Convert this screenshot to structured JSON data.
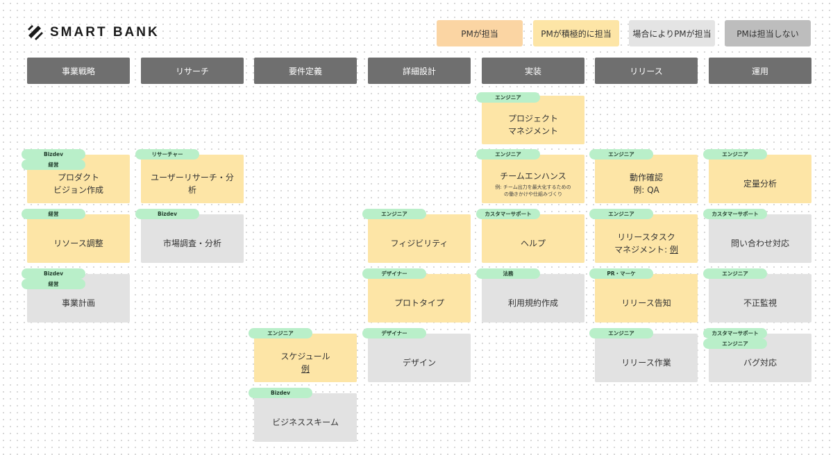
{
  "brand": {
    "name": "SMART BANK"
  },
  "legend": [
    {
      "label": "PMが担当",
      "color": "#fbd5a3"
    },
    {
      "label": "PMが積極的に担当",
      "color": "#fde5a6"
    },
    {
      "label": "場合によりPMが担当",
      "color": "#e4e4e4"
    },
    {
      "label": "PMは担当しない",
      "color": "#bdbdbd"
    }
  ],
  "phases": [
    "事業戦略",
    "リサーチ",
    "要件定義",
    "詳細設計",
    "実装",
    "リリース",
    "運用"
  ],
  "cards": {
    "project_management": {
      "title": "プロジェクト\nマネジメント",
      "tag": "エンジニア"
    },
    "product_vision": {
      "title": "プロダクト\nビジョン作成",
      "tags": [
        "Bizdev",
        "経営"
      ]
    },
    "user_research": {
      "title": "ユーザーリサーチ・分\n析",
      "tag": "リサーチャー"
    },
    "team_enhance": {
      "title": "チームエンハンス",
      "sub": "例: チーム出力を最大化するための\nの働きかけや仕組みづくり",
      "tag": "エンジニア"
    },
    "operation_check": {
      "title": "動作確認",
      "example": "例: QA",
      "tag": "エンジニア"
    },
    "quantitative": {
      "title": "定量分析",
      "tag": "エンジニア"
    },
    "resource": {
      "title": "リソース調整",
      "tag": "経営"
    },
    "market_research": {
      "title": "市場調査・分析",
      "tag": "Bizdev"
    },
    "feasibility": {
      "title": "フィジビリティ",
      "tag": "エンジニア"
    },
    "help": {
      "title": "ヘルプ",
      "tag": "カスタマーサポート"
    },
    "release_task": {
      "title": "リリースタスク",
      "title2_prefix": "マネジメント: ",
      "title2_link": "例",
      "tag": "エンジニア"
    },
    "inquiry": {
      "title": "問い合わせ対応",
      "tag": "カスタマーサポート"
    },
    "business_plan": {
      "title": "事業計画",
      "tags": [
        "Bizdev",
        "経営"
      ]
    },
    "prototype": {
      "title": "プロトタイプ",
      "tag": "デザイナー"
    },
    "terms": {
      "title": "利用規約作成",
      "tag": "法務"
    },
    "release_notice": {
      "title": "リリース告知",
      "tag": "PR・マーケ"
    },
    "fraud": {
      "title": "不正監視",
      "tag": "エンジニア"
    },
    "schedule": {
      "title": "スケジュール",
      "example": "例",
      "tag": "エンジニア"
    },
    "design": {
      "title": "デザイン",
      "tag": "デザイナー"
    },
    "release_work": {
      "title": "リリース作業",
      "tag": "エンジニア"
    },
    "bug": {
      "title": "バグ対応",
      "tags": [
        "カスタマーサポート",
        "エンジニア"
      ]
    },
    "business_scheme": {
      "title": "ビジネススキーム",
      "tag": "Bizdev"
    }
  }
}
